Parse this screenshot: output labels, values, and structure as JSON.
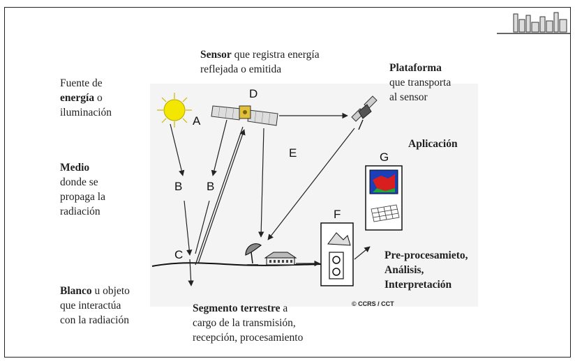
{
  "labels": {
    "fuente": {
      "line1": "Fuente de",
      "line2_bold": "energía",
      "line2_rest": " o",
      "line3": "iluminación"
    },
    "sensor": {
      "bold": "Sensor",
      "rest": " que registra energía",
      "line2": "reflejada o emitida"
    },
    "plataforma": {
      "bold": "Plataforma",
      "line2": "que transporta",
      "line3": "al sensor"
    },
    "medio": {
      "bold": "Medio",
      "line2": "donde se",
      "line3": "propaga la",
      "line4": "radiación"
    },
    "aplicacion": {
      "bold": "Aplicación"
    },
    "preproc": {
      "line1": "Pre-procesamieto,",
      "line2": "Análisis,",
      "line3": "Interpretación"
    },
    "blanco": {
      "bold": "Blanco",
      "rest": " u objeto",
      "line2": "que interactúa",
      "line3": "con la radiación"
    },
    "segmento": {
      "bold": "Segmento terrestre",
      "rest": " a",
      "line2": "cargo de la transmisión,",
      "line3": "recepción, procesamiento"
    }
  },
  "letters": {
    "A": "A",
    "B1": "B",
    "B2": "B",
    "C": "C",
    "D": "D",
    "E": "E",
    "F": "F",
    "G": "G"
  },
  "credit": "© CCRS / CCT",
  "colors": {
    "sun": "#f3e600",
    "sky_bg": "#f2f2f2",
    "screen_blue": "#1a3fb8",
    "screen_red": "#d81e1e",
    "screen_green": "#1fa53a"
  },
  "icons": [
    "sun-icon",
    "satellite-icon",
    "small-satellite-icon",
    "dish-antenna-icon",
    "ground-station-icon",
    "processing-box-icon",
    "monitor-icon",
    "city-skyline-icon"
  ]
}
